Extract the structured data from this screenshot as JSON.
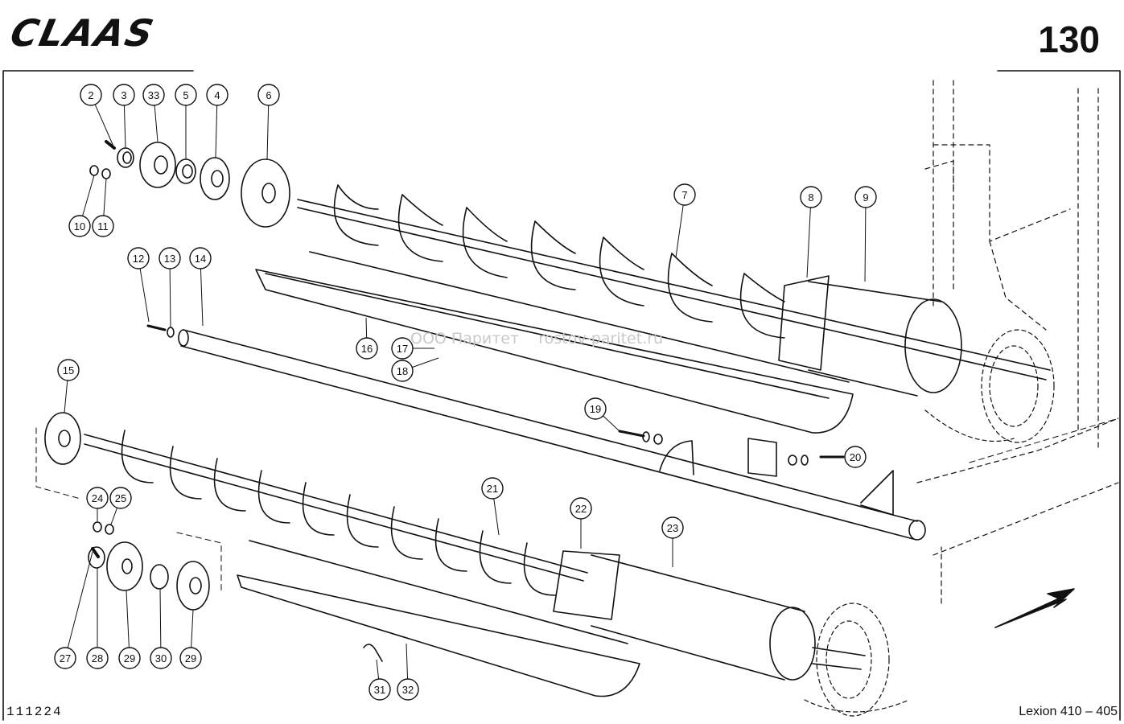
{
  "header": {
    "brand": "CLAAS",
    "page_number": "130"
  },
  "footer": {
    "drawing_number": "111224",
    "model": "Lexion 410 – 405"
  },
  "watermark": "ООО Паритет    rostov-paritet.ru",
  "callouts": [
    "2",
    "3",
    "33",
    "5",
    "4",
    "6",
    "10",
    "11",
    "7",
    "8",
    "9",
    "12",
    "13",
    "14",
    "16",
    "17",
    "18",
    "15",
    "19",
    "20",
    "21",
    "22",
    "23",
    "24",
    "25",
    "27",
    "28",
    "29",
    "30",
    "29",
    "31",
    "32"
  ],
  "colors": {
    "ink": "#111111",
    "paper": "#ffffff",
    "watermark": "#c9c9c9"
  }
}
